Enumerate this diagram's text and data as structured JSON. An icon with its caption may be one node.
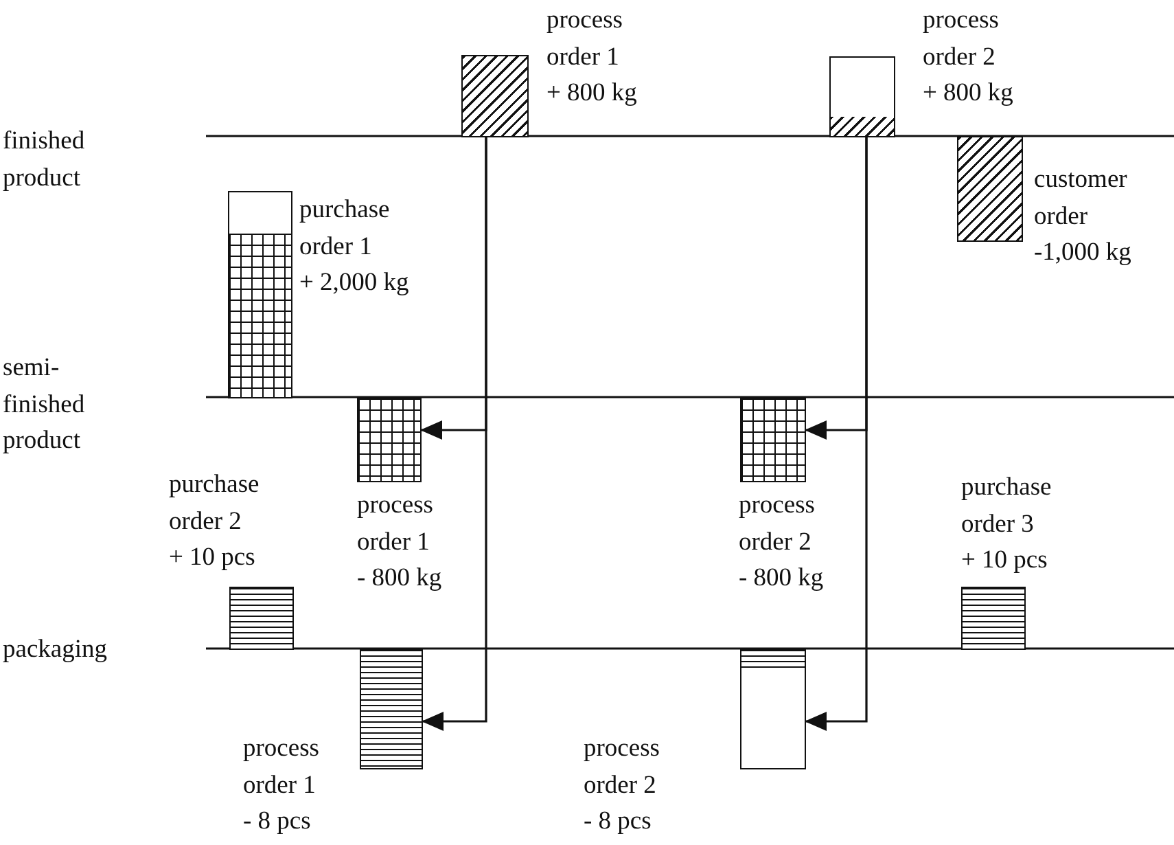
{
  "diagram": {
    "nodes": [
      {
        "text": [],
        "shape": "bar",
        "beside": [
          "process order 1 + 800 kg"
        ]
      },
      {
        "text": [],
        "shape": "bar",
        "beside": [
          "process order 2 + 800 kg"
        ]
      },
      {
        "text": [],
        "shape": "bar",
        "beside": [
          "customer order -1,000 kg"
        ]
      },
      {
        "text": [],
        "shape": "bar",
        "beside": [
          "purchase order 1 + 2,000 kg"
        ]
      },
      {
        "text": [],
        "shape": "bar",
        "beside": [
          "process order 1 - 800 kg"
        ]
      },
      {
        "text": [],
        "shape": "bar",
        "beside": [
          "process order 2 - 800 kg"
        ]
      },
      {
        "text": [],
        "shape": "bar",
        "beside": [
          "purchase order 2 + 10 pcs"
        ]
      },
      {
        "text": [],
        "shape": "bar",
        "beside": [
          "purchase order 3 + 10 pcs"
        ]
      },
      {
        "text": [],
        "shape": "bar",
        "beside": [
          "process order 1 - 8 pcs"
        ]
      },
      {
        "text": [],
        "shape": "bar",
        "beside": [
          "process order 2 - 8 pcs"
        ]
      }
    ],
    "edges": [
      {
        "from": 0,
        "to": 4,
        "arrow": "to"
      },
      {
        "from": 0,
        "to": 8,
        "arrow": "to"
      },
      {
        "from": 1,
        "to": 5,
        "arrow": "to"
      },
      {
        "from": 1,
        "to": 9,
        "arrow": "to"
      }
    ],
    "labels": [
      "finished product",
      "semi-finished product",
      "packaging"
    ]
  }
}
